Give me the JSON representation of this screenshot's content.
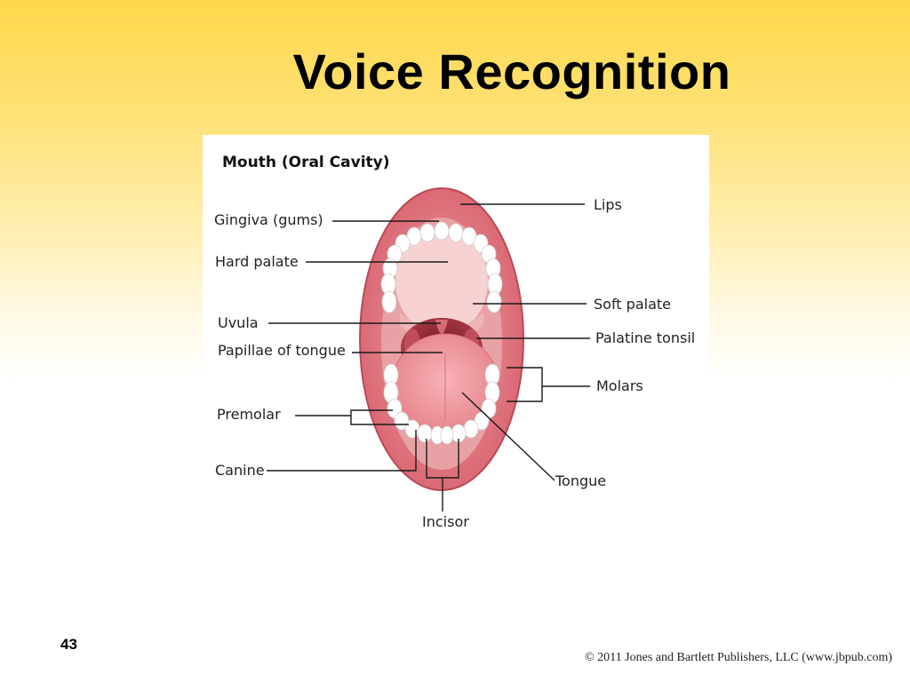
{
  "slide": {
    "title": "Voice Recognition",
    "page_number": "43",
    "copyright": "© 2011 Jones and Bartlett Publishers, LLC (www.jbpub.com)"
  },
  "diagram": {
    "heading": "Mouth (Oral Cavity)",
    "labels": {
      "lips": "Lips",
      "gingiva": "Gingiva (gums)",
      "hard_palate": "Hard palate",
      "soft_palate": "Soft palate",
      "uvula": "Uvula",
      "palatine_tonsil": "Palatine tonsil",
      "papillae": "Papillae of tongue",
      "molars": "Molars",
      "premolar": "Premolar",
      "canine": "Canine",
      "tongue": "Tongue",
      "incisor": "Incisor"
    },
    "colors": {
      "lip_outer": "#e07e86",
      "lip_inner": "#d2636d",
      "palate": "#f3c6c8",
      "throat": "#9e2f3a",
      "tongue": "#f19aa0",
      "teeth": "#ffffff"
    }
  }
}
